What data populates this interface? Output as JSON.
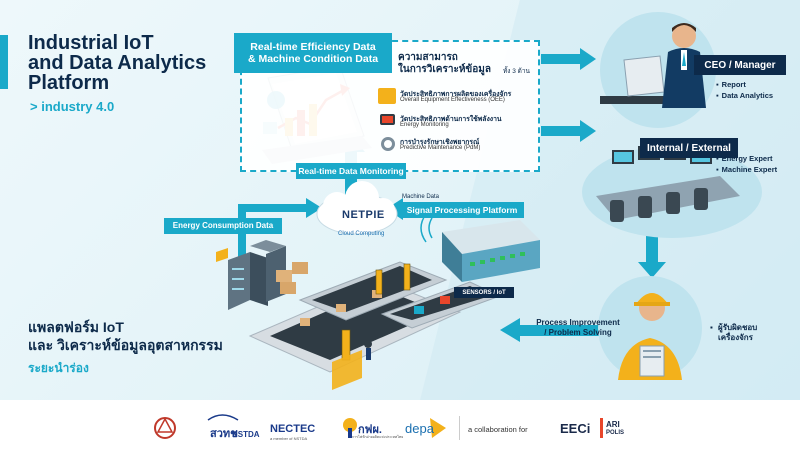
{
  "title": {
    "line1": "Industrial IoT",
    "line2": "and Data Analytics",
    "line3": "Platform"
  },
  "subtitle": ">  industry 4.0",
  "thai_title": {
    "line1": "แพลตฟอร์ม IoT",
    "line2": "และ วิเคราะห์ข้อมูลอุตสาหกรรม",
    "line3": "ระยะนำร่อง"
  },
  "efficiency_box": {
    "label_line1": "Real-time Efficiency Data",
    "label_line2": "& Machine Condition Data",
    "capability_line1": "ความสามารถ",
    "capability_line2": "ในการวิเคราะห์ข้อมูล",
    "capability_note": "ทั้ง 3 ด้าน",
    "kpis": [
      {
        "th": "วัดประสิทธิภาพการผลิตของเครื่องจักร",
        "en": "Overall Equipment Effectiveness (OEE)",
        "icon": "factory-worker-icon"
      },
      {
        "th": "วัดประสิทธิภาพด้านการใช้พลังงาน",
        "en": "Energy Monitoring",
        "icon": "battery-icon"
      },
      {
        "th": "การบำรุงรักษาเชิงพยากรณ์",
        "en": "Predictive Maintenance (PdM)",
        "icon": "wrench-icon"
      }
    ]
  },
  "flow_labels": {
    "realtime_monitoring": "Real-time Data Monitoring",
    "signal_processing": "Signal Processing Platform",
    "machine_data": "Machine Data",
    "energy_consumption": "Energy Consumption Data",
    "sensors": "SENSORS / IoT",
    "cloud_computing": "Cloud Computing",
    "netpie": "NETPIE",
    "process_improvement_line1": "Process Improvement",
    "process_improvement_line2": "/ Problem Solving"
  },
  "ceo": {
    "label": "CEO / Manager",
    "items": [
      "Report",
      "Data Analytics"
    ]
  },
  "internal_external": {
    "label": "Internal / External",
    "items": [
      "Energy Expert",
      "Machine Expert"
    ]
  },
  "operator": {
    "line1": "ผู้รับผิดชอบ",
    "line2": "เครื่องจักร"
  },
  "footer": {
    "logos": [
      "สวทช",
      "NSTDA",
      "NECTEC",
      "a member of NSTDA",
      "กฟผ.",
      "การไฟฟ้าฝ่ายผลิตแห่งประเทศไทย",
      "depa",
      "EECi",
      "ARI",
      "POLIS"
    ],
    "collab": "a collaboration for"
  },
  "colors": {
    "accent": "#1aa9c9",
    "navy": "#0d2a4a",
    "background": "#e3f3f8"
  }
}
